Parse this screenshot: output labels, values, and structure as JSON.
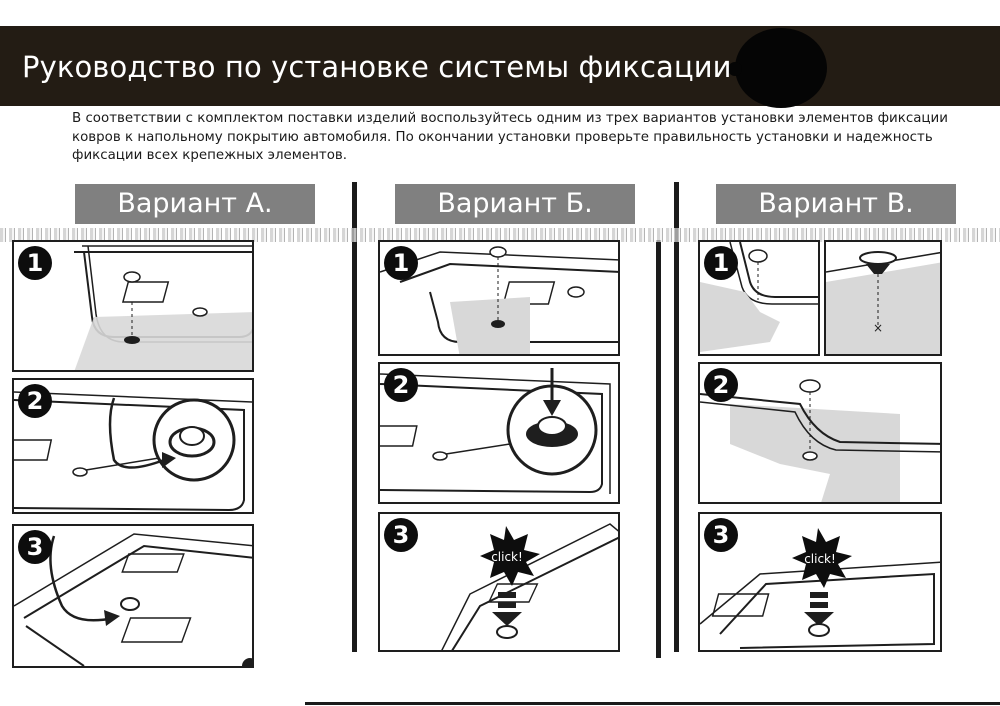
{
  "header": {
    "title": "Руководство по установке системы фиксации"
  },
  "intro": {
    "text": "В соответствии с комплектом поставки изделий воспользуйтесь одним из трех вариантов установки элементов фиксации ковров к напольному покрытию автомобиля. По окончании установки проверьте правильность установки и надежность фиксации всех крепежных элементов."
  },
  "variants": [
    {
      "label": "Вариант А.",
      "steps": [
        "1",
        "2",
        "3"
      ]
    },
    {
      "label": "Вариант Б.",
      "steps": [
        "1",
        "2",
        "3"
      ],
      "click_label": "click!"
    },
    {
      "label": "Вариант В.",
      "steps": [
        "1",
        "2",
        "3"
      ],
      "click_label": "click!"
    }
  ],
  "colors": {
    "header_bg": "#231c14",
    "label_bg": "#808080",
    "floor_fill": "#d8d8d8",
    "ink": "#1e1e1e"
  }
}
